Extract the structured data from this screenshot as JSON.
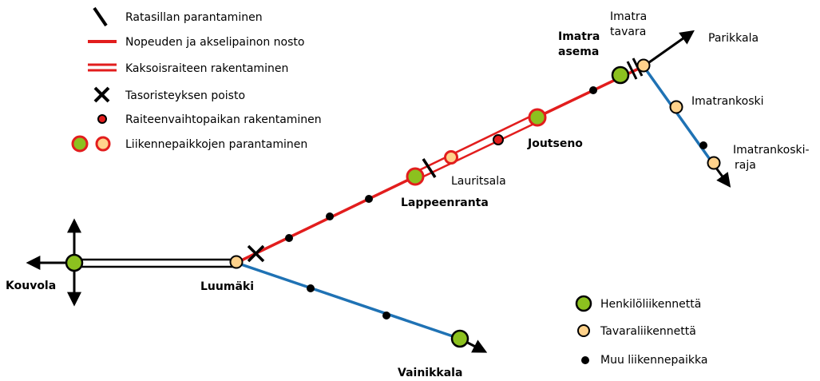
{
  "colors": {
    "red": "#e21d1d",
    "blue": "#1f72b4",
    "black": "#000000",
    "green": "#8cc11f",
    "orange": "#ffd28b"
  },
  "legend_top": {
    "bridge": "Ratasillan parantaminen",
    "speed": "Nopeuden ja akselipainon nosto",
    "double_track": "Kaksoisraiteen rakentaminen",
    "crossing": "Tasoristeyksen poisto",
    "passing_loop": "Raiteenvaihtopaikan rakentaminen",
    "stations": "Liikennepaikkojen parantaminen"
  },
  "legend_bottom": {
    "passenger": "Henkilöliikennettä",
    "freight": "Tavaraliikennettä",
    "other": "Muu liikennepaikka"
  },
  "places": {
    "kouvola": "Kouvola",
    "luumaki": "Luumäki",
    "vainikkala": "Vainikkala",
    "lappeenranta": "Lappeenranta",
    "lauritsala": "Lauritsala",
    "joutseno": "Joutseno",
    "imatra_asema_1": "Imatra",
    "imatra_asema_2": "asema",
    "imatra_tavara_1": "Imatra",
    "imatra_tavara_2": "tavara",
    "parikkala": "Parikkala",
    "imatrankoski": "Imatrankoski",
    "imatrankoski_raja_1": "Imatrankoski-",
    "imatrankoski_raja_2": "raja"
  }
}
